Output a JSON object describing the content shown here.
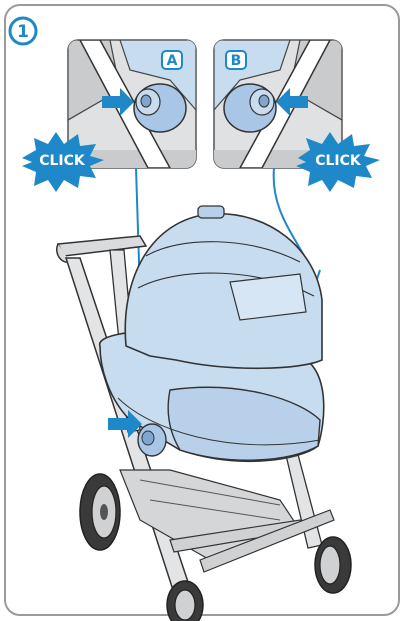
{
  "step": {
    "number": "1"
  },
  "panels": [
    {
      "id": "panel-a",
      "label": "A",
      "click_text": "CLICK"
    },
    {
      "id": "panel-b",
      "label": "B",
      "click_text": "CLICK"
    }
  ],
  "colors": {
    "accent_blue": "#1f88c9",
    "stroller_fill": "#c8dcf0",
    "outline": "#2b2b2b",
    "frame_grey": "#9a9a9a",
    "panel_bg": "#dfe1e3"
  },
  "icons": [
    "push-arrow-icon",
    "click-starburst-icon",
    "step-number-circle-icon"
  ]
}
